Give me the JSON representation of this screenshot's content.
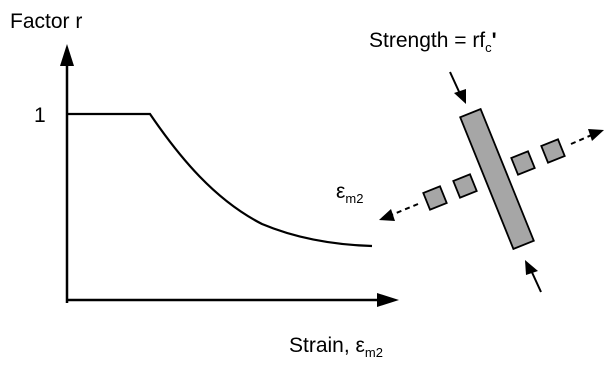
{
  "graph": {
    "y_axis_label": "Factor r",
    "y_tick_label": "1",
    "x_axis_label_text": "Strain, ",
    "x_axis_label_symbol": "ε",
    "x_axis_label_sub": "m2"
  },
  "element": {
    "strength_text": "Strength = rf",
    "strength_sub": "c",
    "strength_prime": "'",
    "strain_symbol": "ε",
    "strain_sub": "m2"
  },
  "colors": {
    "line": "#000000",
    "strut_fill": "#a6a6a6",
    "background": "#ffffff"
  }
}
